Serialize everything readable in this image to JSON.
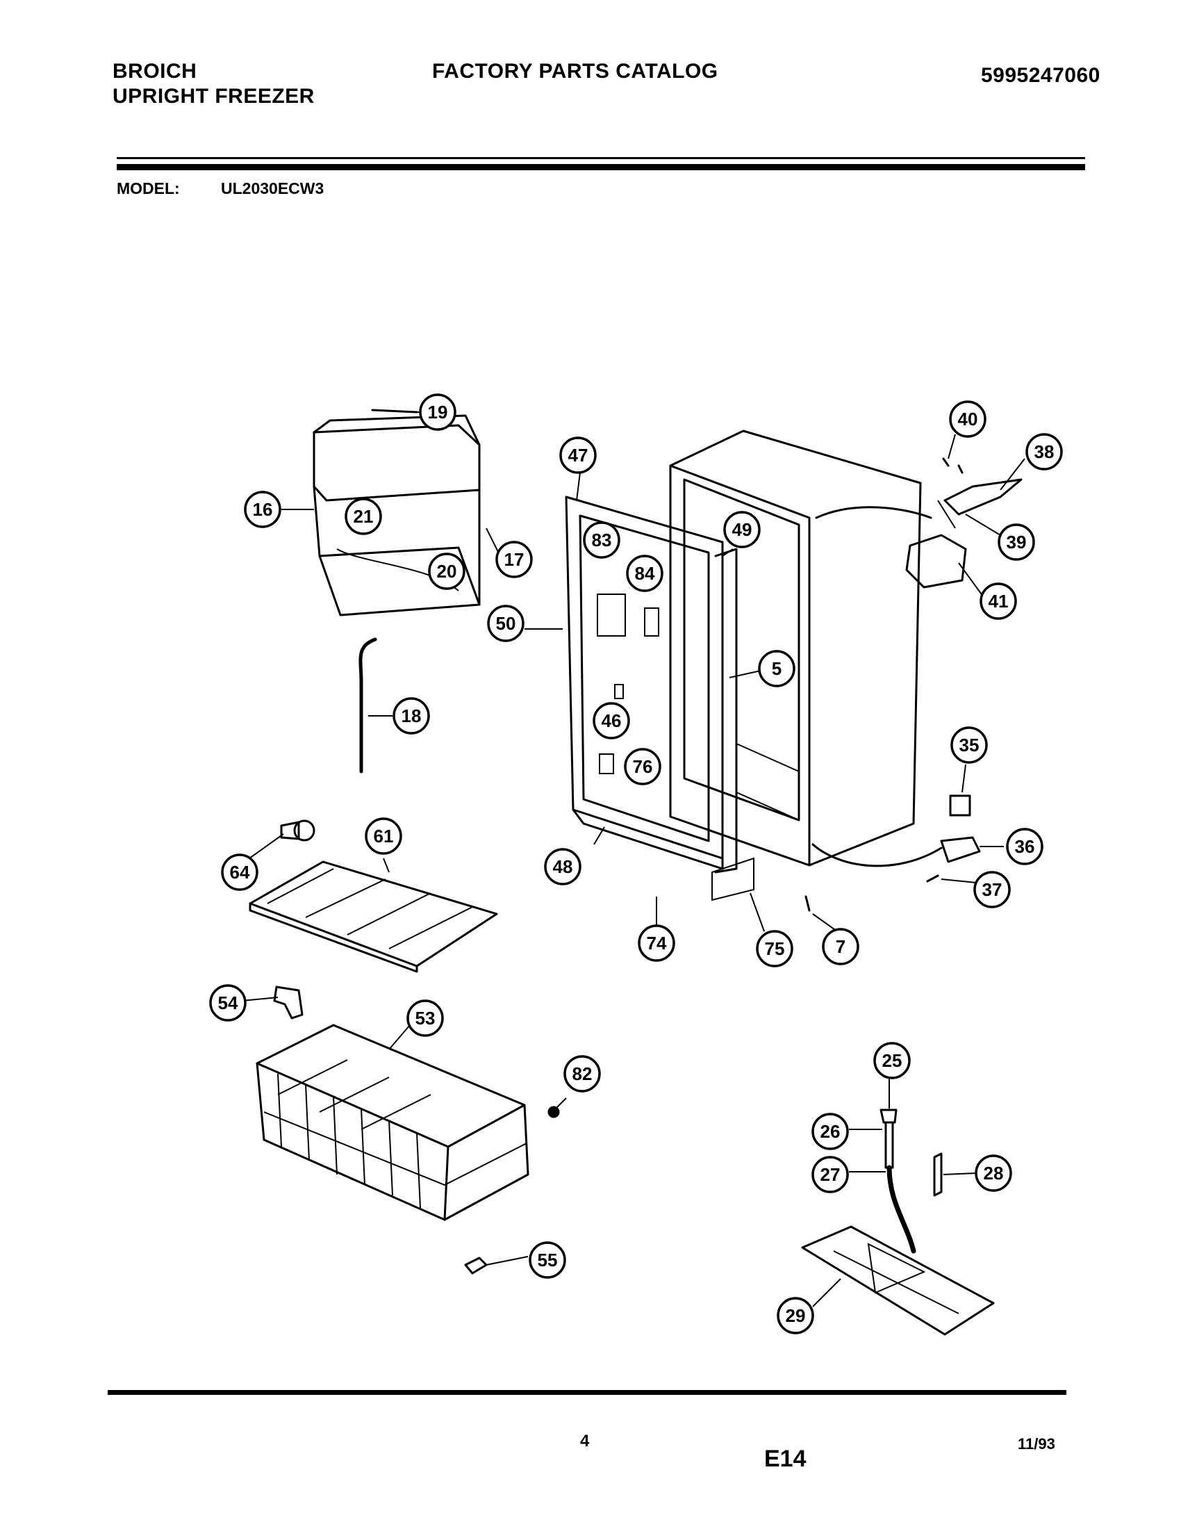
{
  "header": {
    "brand_line1": "BROICH",
    "brand_line2": "UPRIGHT FREEZER",
    "catalog_title": "FACTORY PARTS CATALOG",
    "catalog_number": "5995247060",
    "model_label": "MODEL:",
    "model_value": "UL2030ECW3"
  },
  "callouts": [
    {
      "id": "19",
      "label": "19"
    },
    {
      "id": "16",
      "label": "16"
    },
    {
      "id": "21",
      "label": "21"
    },
    {
      "id": "20",
      "label": "20"
    },
    {
      "id": "17",
      "label": "17"
    },
    {
      "id": "18",
      "label": "18"
    },
    {
      "id": "47",
      "label": "47"
    },
    {
      "id": "83",
      "label": "83"
    },
    {
      "id": "84",
      "label": "84"
    },
    {
      "id": "49",
      "label": "49"
    },
    {
      "id": "50",
      "label": "50"
    },
    {
      "id": "5",
      "label": "5"
    },
    {
      "id": "46",
      "label": "46"
    },
    {
      "id": "76",
      "label": "76"
    },
    {
      "id": "48",
      "label": "48"
    },
    {
      "id": "74",
      "label": "74"
    },
    {
      "id": "75",
      "label": "75"
    },
    {
      "id": "7",
      "label": "7"
    },
    {
      "id": "40",
      "label": "40"
    },
    {
      "id": "38",
      "label": "38"
    },
    {
      "id": "39",
      "label": "39"
    },
    {
      "id": "41",
      "label": "41"
    },
    {
      "id": "35",
      "label": "35"
    },
    {
      "id": "36",
      "label": "36"
    },
    {
      "id": "37",
      "label": "37"
    },
    {
      "id": "61",
      "label": "61"
    },
    {
      "id": "64",
      "label": "64"
    },
    {
      "id": "54",
      "label": "54"
    },
    {
      "id": "53",
      "label": "53"
    },
    {
      "id": "82",
      "label": "82"
    },
    {
      "id": "55",
      "label": "55"
    },
    {
      "id": "25",
      "label": "25"
    },
    {
      "id": "26",
      "label": "26"
    },
    {
      "id": "27",
      "label": "27"
    },
    {
      "id": "28",
      "label": "28"
    },
    {
      "id": "29",
      "label": "29"
    }
  ],
  "footer": {
    "page_number": "4",
    "section_code": "E14",
    "date": "11/93"
  }
}
